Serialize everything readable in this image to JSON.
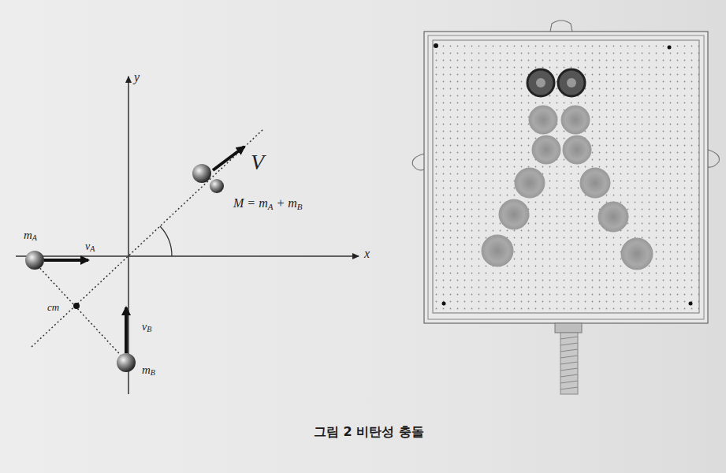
{
  "diagram": {
    "caption": "그림 2 비탄성 충돌",
    "labels": [
      "y",
      "x",
      "V",
      "M = m",
      "A",
      "+ m",
      "B",
      "m",
      "A",
      "v",
      "A",
      "cm",
      "v",
      "B",
      "m",
      "B"
    ]
  }
}
